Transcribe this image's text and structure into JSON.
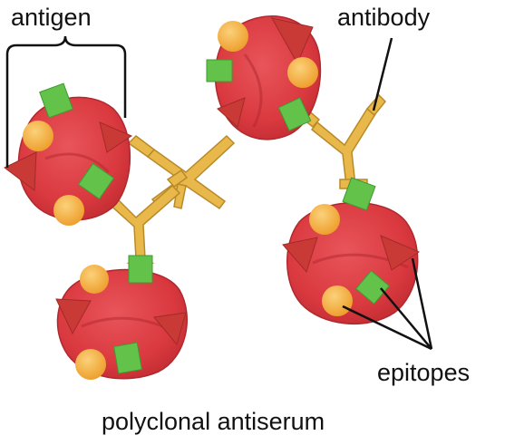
{
  "labels": {
    "antigen": "antigen",
    "antibody": "antibody",
    "epitopes": "epitopes",
    "caption": "polyclonal antiserum"
  },
  "colors": {
    "antigen_body": "#d9393f",
    "antigen_shadow": "#b0282e",
    "epitope_sphere": "#f4b13f",
    "epitope_cube": "#62c24a",
    "epitope_cone": "#c93a37",
    "antibody": "#e8b84a",
    "antibody_outline": "#b98a2a",
    "pointer_lines": "#111111"
  },
  "icons": [
    "antigen-cell",
    "epitope-sphere",
    "epitope-cube",
    "epitope-cone",
    "y-shaped-antibody"
  ]
}
